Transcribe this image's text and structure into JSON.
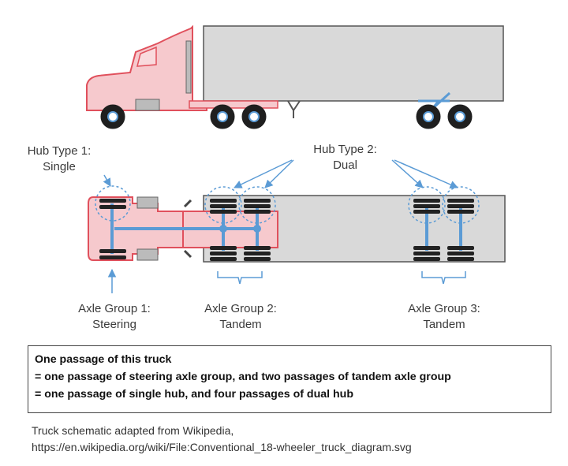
{
  "colors": {
    "cab_fill": "#f6c9cd",
    "cab_stroke": "#e0505c",
    "trailer_fill": "#d9d9d9",
    "axle_blue": "#5b9bd5",
    "tire": "#222222"
  },
  "labels": {
    "hub1": {
      "line1": "Hub Type 1:",
      "line2": "Single"
    },
    "hub2": {
      "line1": "Hub Type 2:",
      "line2": "Dual"
    },
    "axle1": {
      "line1": "Axle Group 1:",
      "line2": "Steering"
    },
    "axle2": {
      "line1": "Axle Group 2:",
      "line2": "Tandem"
    },
    "axle3": {
      "line1": "Axle Group 3:",
      "line2": "Tandem"
    }
  },
  "passage": {
    "line1": "One passage of this truck",
    "line2": "= one passage of steering axle group, and two passages of tandem axle group",
    "line3": "= one passage of single hub, and four passages of dual hub"
  },
  "credit": {
    "line1": "Truck schematic adapted from Wikipedia,",
    "line2": "https://en.wikipedia.org/wiki/File:Conventional_18-wheeler_truck_diagram.svg"
  }
}
